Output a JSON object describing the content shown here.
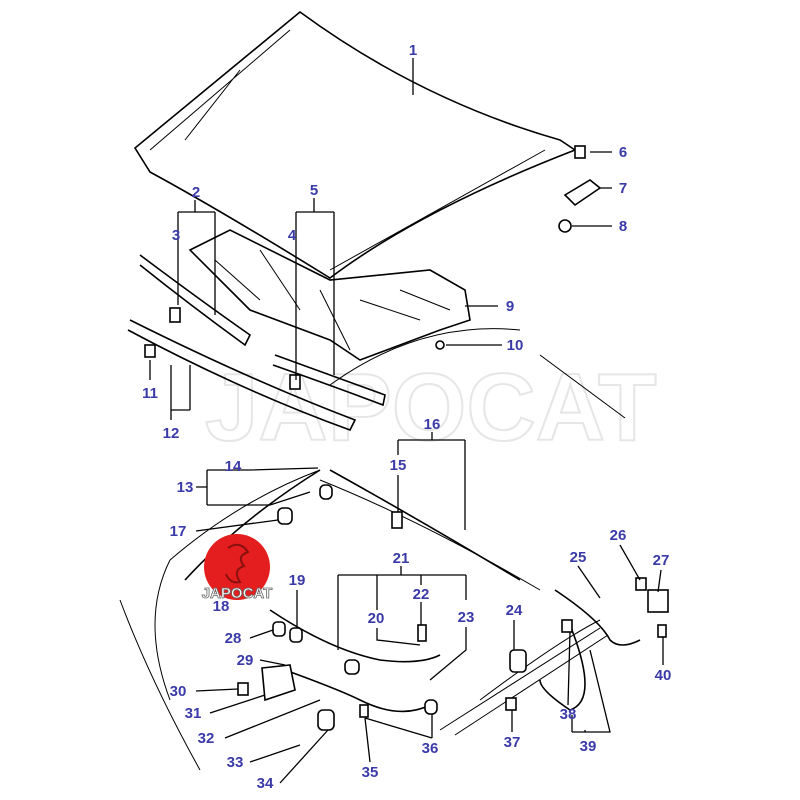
{
  "diagram": {
    "watermark": "JAPOCAT",
    "logo": {
      "text": "JAPOCAT",
      "color": "#e41e1e"
    },
    "callouts": [
      "1",
      "2",
      "3",
      "4",
      "5",
      "6",
      "7",
      "8",
      "9",
      "10",
      "11",
      "12",
      "13",
      "14",
      "15",
      "16",
      "17",
      "18",
      "19",
      "20",
      "21",
      "22",
      "23",
      "24",
      "25",
      "26",
      "27",
      "28",
      "29",
      "30",
      "31",
      "32",
      "33",
      "34",
      "35",
      "36",
      "37",
      "38",
      "39",
      "40"
    ],
    "label_color": "#3a3aa8"
  }
}
